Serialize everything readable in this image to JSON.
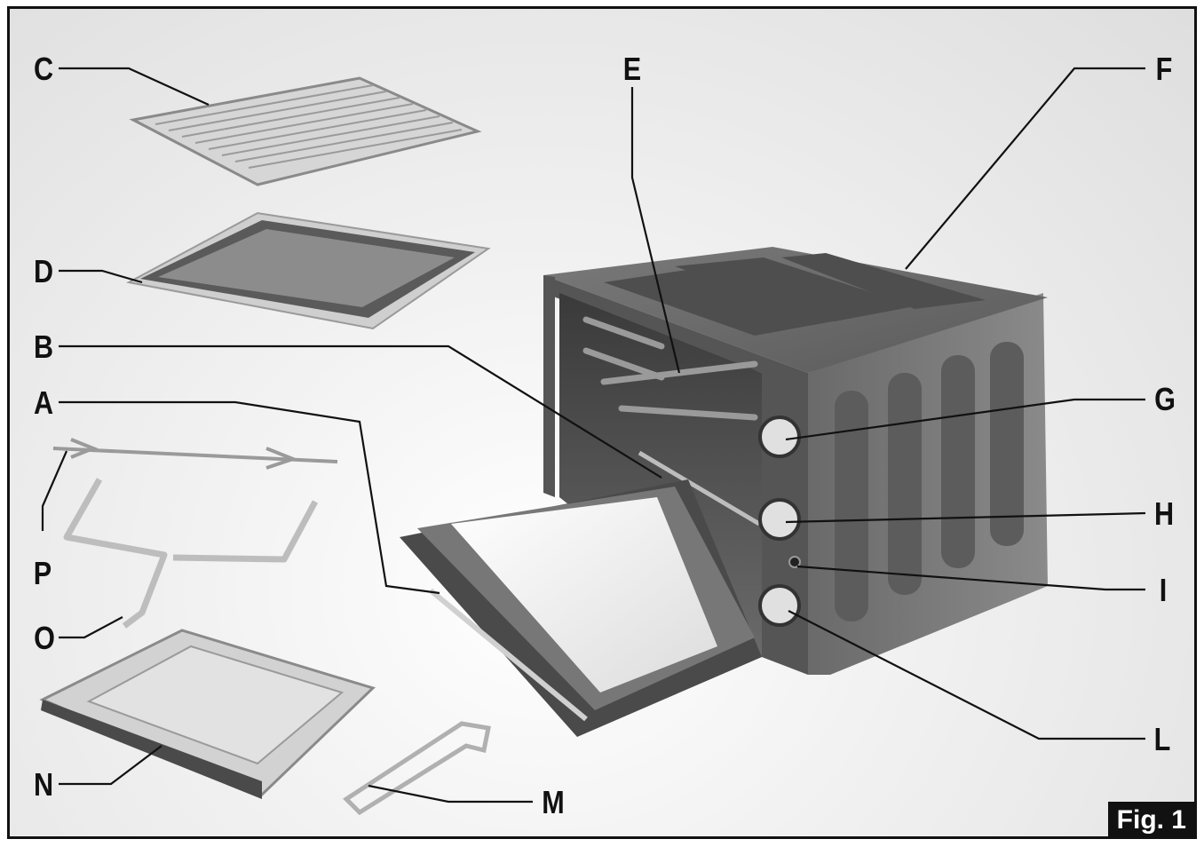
{
  "labels": {
    "A": "A",
    "B": "B",
    "C": "C",
    "D": "D",
    "E": "E",
    "F": "F",
    "G": "G",
    "H": "H",
    "I": "I",
    "L": "L",
    "M": "M",
    "N": "N",
    "O": "O",
    "P": "P"
  },
  "figure_tag": "Fig. 1",
  "colors": {
    "line": "#111111",
    "body_dark": "#4a4a4a",
    "body_mid": "#6e6e6e",
    "light": "#c8c8c8"
  }
}
